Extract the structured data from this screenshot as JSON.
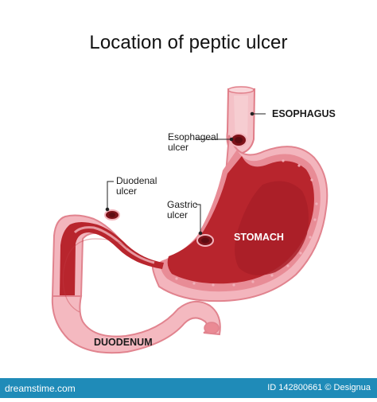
{
  "title": "Location of peptic ulcer",
  "labels": {
    "esophagus": "ESOPHAGUS",
    "esophageal_ulcer_line1": "Esophageal",
    "esophageal_ulcer_line2": "ulcer",
    "duodenal_ulcer_line1": "Duodenal",
    "duodenal_ulcer_line2": "ulcer",
    "gastric_ulcer_line1": "Gastric",
    "gastric_ulcer_line2": "ulcer",
    "stomach": "STOMACH",
    "duodenum": "DUODENUM"
  },
  "footer": {
    "site": "dreamstime.com",
    "id_text": "ID 142800661 © Designua"
  },
  "colors": {
    "tissue_pink": "#f3b7be",
    "tissue_rose": "#e87c87",
    "lumen_red": "#b8252d",
    "lumen_dark": "#8f1a22",
    "footer_blue": "#1f8bb8"
  }
}
